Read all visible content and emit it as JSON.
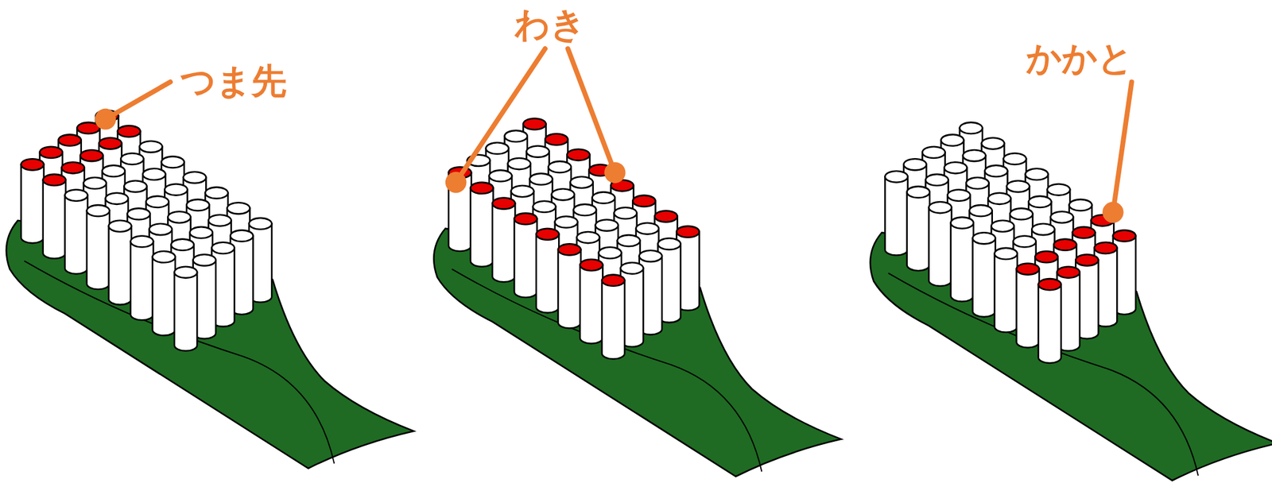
{
  "diagram": {
    "labels": [
      "つま先",
      "わき",
      "かかと"
    ]
  }
}
